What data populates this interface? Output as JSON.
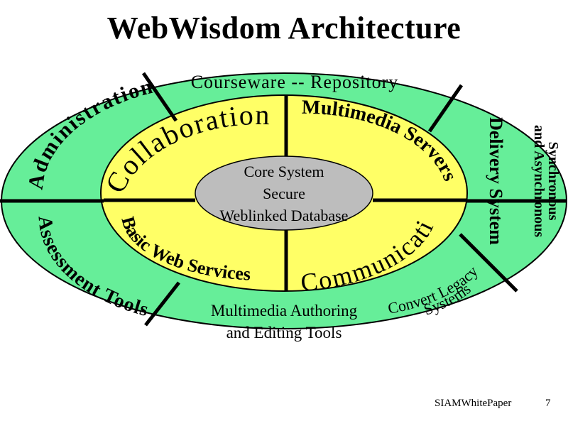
{
  "title": "WebWisdom Architecture",
  "colors": {
    "outer_ring": "#66ee99",
    "middle_ring": "#ffff66",
    "core": "#bdbdbd",
    "stroke": "#000000"
  },
  "outer_labels": {
    "administration": "Administration",
    "courseware": "Courseware -- Repository",
    "delivery_line1": "Synchronous",
    "delivery_line2": "and Asynchronous",
    "delivery_line3": "Delivery System",
    "assessment": "Assessment Tools",
    "authoring_line1": "Multimedia Authoring",
    "authoring_line2": "and Editing Tools",
    "legacy_line1": "Convert Legacy",
    "legacy_line2": "Systems"
  },
  "middle_labels": {
    "collaboration": "Collaboration",
    "multimedia_servers": "Multimedia Servers",
    "basic_web_services": "Basic Web Services",
    "communication": "Communication"
  },
  "core": {
    "line1": "Core System",
    "line2": "Secure",
    "line3": "Weblinked Database"
  },
  "footer": {
    "source": "SIAMWhitePaper",
    "page": "7"
  }
}
